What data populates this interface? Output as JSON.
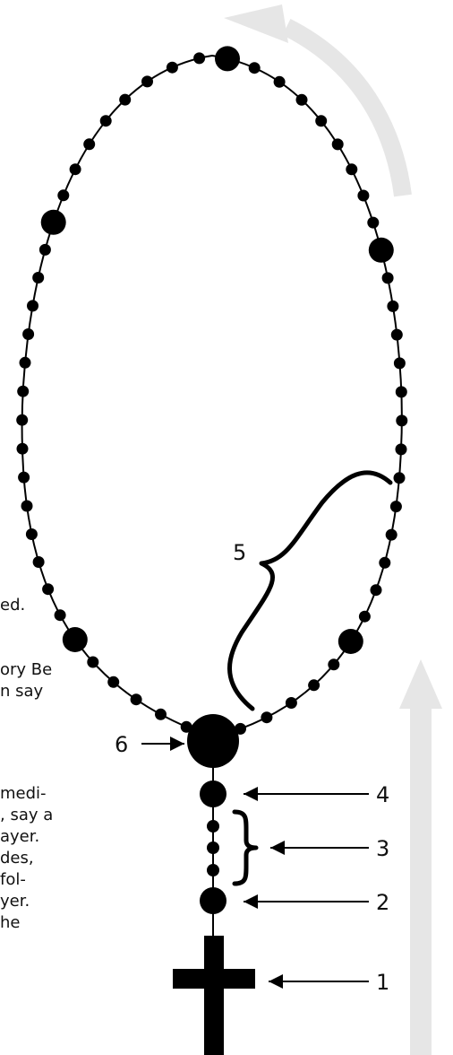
{
  "labels": {
    "one": "1",
    "two": "2",
    "three": "3",
    "four": "4",
    "five": "5",
    "six": "6"
  },
  "text_fragments": [
    "ed.",
    "ory Be",
    "n say",
    "medi-",
    ", say a",
    "ayer.",
    "des,",
    "fol-",
    "yer.",
    "he"
  ],
  "colors": {
    "ink": "#000000",
    "arrow_background": "#e6e6e6"
  }
}
